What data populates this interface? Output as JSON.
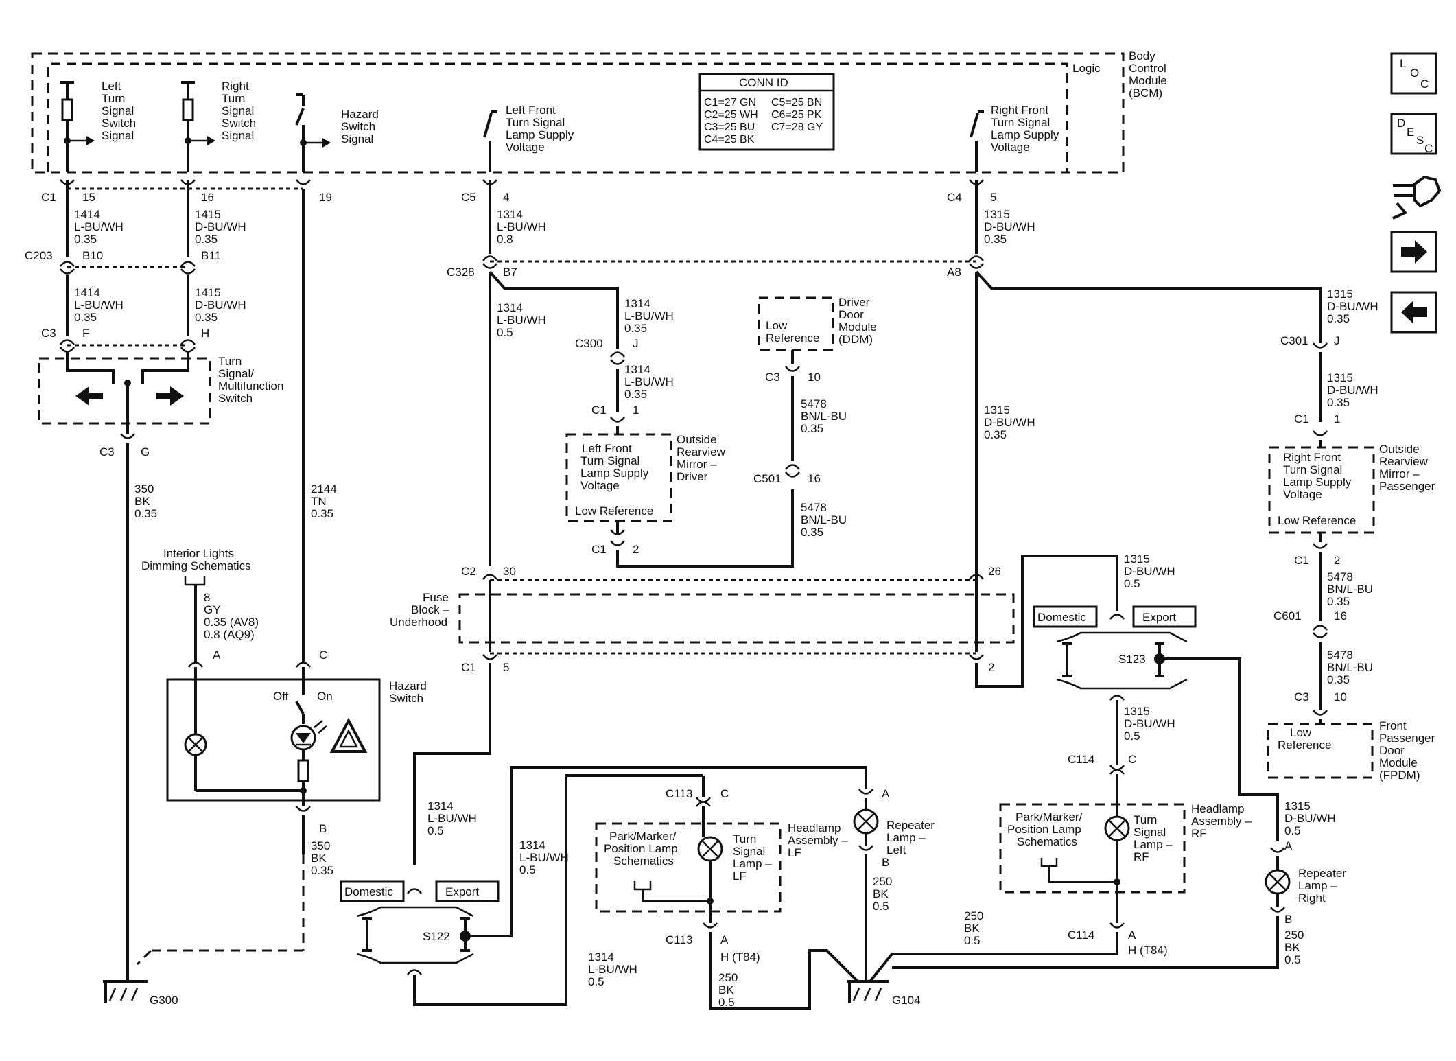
{
  "labels": {
    "bcm": [
      "Body",
      "Control",
      "Module",
      "(BCM)"
    ],
    "logic": "Logic",
    "left_turn_switch": [
      "Left",
      "Turn",
      "Signal",
      "Switch",
      "Signal"
    ],
    "right_turn_switch": [
      "Right",
      "Turn",
      "Signal",
      "Switch",
      "Signal"
    ],
    "hazard_switch_signal": [
      "Hazard",
      "Switch",
      "Signal"
    ],
    "lf_supply": [
      "Left Front",
      "Turn Signal",
      "Lamp Supply",
      "Voltage"
    ],
    "rf_supply": [
      "Right Front",
      "Turn Signal",
      "Lamp Supply",
      "Voltage"
    ],
    "conn_id_title": "CONN ID",
    "conn_id_rows": [
      "C1=27 GN",
      "C2=25 WH",
      "C3=25 BU",
      "C4=25 BK"
    ],
    "conn_id_rows2": [
      "C5=25 BN",
      "C6=25 PK",
      "C7=28 GY"
    ],
    "turn_multifunction_switch": [
      "Turn",
      "Signal/",
      "Multifunction",
      "Switch"
    ],
    "interior_lights": [
      "Interior Lights",
      "Dimming Schematics"
    ],
    "hazard_switch": [
      "Hazard",
      "Switch"
    ],
    "off": "Off",
    "on": "On",
    "ddm_low_ref": [
      "Low",
      "Reference"
    ],
    "ddm": [
      "Driver",
      "Door",
      "Module",
      "(DDM)"
    ],
    "mirror_driver_inner": [
      "Left Front",
      "Turn Signal",
      "Lamp Supply",
      "Voltage"
    ],
    "mirror_driver_low": "Low Reference",
    "mirror_driver": [
      "Outside",
      "Rearview",
      "Mirror –",
      "Driver"
    ],
    "fuse_block": [
      "Fuse",
      "Block –",
      "Underhood"
    ],
    "domestic": "Domestic",
    "export": "Export",
    "mirror_pass_inner": [
      "Right Front",
      "Turn Signal",
      "Lamp Supply",
      "Voltage"
    ],
    "mirror_pass_low": "Low Reference",
    "mirror_pass": [
      "Outside",
      "Rearview",
      "Mirror –",
      "Passenger"
    ],
    "fpdm_low_ref": [
      "Low",
      "Reference"
    ],
    "fpdm": [
      "Front",
      "Passenger",
      "Door",
      "Module",
      "(FPDM)"
    ],
    "park_marker_lf": [
      "Park/Marker/",
      "Position Lamp",
      "Schematics"
    ],
    "turn_lamp_lf": [
      "Turn",
      "Signal",
      "Lamp –",
      "LF"
    ],
    "headlamp_lf": [
      "Headlamp",
      "Assembly –",
      "LF"
    ],
    "repeater_left": [
      "Repeater",
      "Lamp –",
      "Left"
    ],
    "park_marker_rf": [
      "Park/Marker/",
      "Position Lamp",
      "Schematics"
    ],
    "turn_lamp_rf": [
      "Turn",
      "Signal",
      "Lamp –",
      "RF"
    ],
    "headlamp_rf": [
      "Headlamp",
      "Assembly –",
      "RF"
    ],
    "repeater_right": [
      "Repeater",
      "Lamp –",
      "Right"
    ],
    "g300": "G300",
    "g104": "G104",
    "s122": "S122",
    "s123": "S123"
  },
  "wires": {
    "w1414_a": [
      "1414",
      "L-BU/WH",
      "0.35"
    ],
    "w1414_b": [
      "1414",
      "L-BU/WH",
      "0.35"
    ],
    "w1415_a": [
      "1415",
      "D-BU/WH",
      "0.35"
    ],
    "w1415_b": [
      "1415",
      "D-BU/WH",
      "0.35"
    ],
    "w350_top": [
      "350",
      "BK",
      "0.35"
    ],
    "w2144": [
      "2144",
      "TN",
      "0.35"
    ],
    "w8": [
      "8",
      "GY",
      "0.35 (AV8)",
      "0.8 (AQ9)"
    ],
    "w350_bot": [
      "350",
      "BK",
      "0.35"
    ],
    "w1314_top": [
      "1314",
      "L-BU/WH",
      "0.8"
    ],
    "w1314_mid": [
      "1314",
      "L-BU/WH",
      "0.5"
    ],
    "w1314_j": [
      "1314",
      "L-BU/WH",
      "0.35"
    ],
    "w1314_m": [
      "1314",
      "L-BU/WH",
      "0.35"
    ],
    "w1314_s122": [
      "1314",
      "L-BU/WH",
      "0.5"
    ],
    "w1314_r": [
      "1314",
      "L-BU/WH",
      "0.5"
    ],
    "w1314_bot": [
      "1314",
      "L-BU/WH",
      "0.5"
    ],
    "w5478_a": [
      "5478",
      "BN/L-BU",
      "0.35"
    ],
    "w5478_b": [
      "5478",
      "BN/L-BU",
      "0.35"
    ],
    "w1315_top": [
      "1315",
      "D-BU/WH",
      "0.35"
    ],
    "w1315_mid": [
      "1315",
      "D-BU/WH",
      "0.35"
    ],
    "w1315_r1": [
      "1315",
      "D-BU/WH",
      "0.35"
    ],
    "w1315_r2": [
      "1315",
      "D-BU/WH",
      "0.35"
    ],
    "w1315_fuse": [
      "1315",
      "D-BU/WH",
      "0.5"
    ],
    "w1315_s123": [
      "1315",
      "D-BU/WH",
      "0.5"
    ],
    "w1315_rep": [
      "1315",
      "D-BU/WH",
      "0.5"
    ],
    "w5478_c": [
      "5478",
      "BN/L-BU",
      "0.35"
    ],
    "w5478_d": [
      "5478",
      "BN/L-BU",
      "0.35"
    ],
    "w250_lf": [
      "250",
      "BK",
      "0.5"
    ],
    "w250_rep_l": [
      "250",
      "BK",
      "0.5"
    ],
    "w250_rf": [
      "250",
      "BK",
      "0.5"
    ],
    "w250_rep_r": [
      "250",
      "BK",
      "0.5"
    ]
  },
  "connectors": {
    "c1_15": [
      "C1",
      "15"
    ],
    "c1_16": "16",
    "c1_19": "19",
    "c203": [
      "C203",
      "B10",
      "B11"
    ],
    "c3_fh": [
      "C3",
      "F",
      "H"
    ],
    "c3_g": [
      "C3",
      "G"
    ],
    "c5_4": [
      "C5",
      "4"
    ],
    "c4_5": [
      "C4",
      "5"
    ],
    "c328": [
      "C328",
      "B7",
      "A8"
    ],
    "c300": [
      "C300",
      "J"
    ],
    "c1_mirror": [
      "C1",
      "1"
    ],
    "c1_mirror2": [
      "C1",
      "2"
    ],
    "c3_ddm": [
      "C3",
      "10"
    ],
    "c501": [
      "C501",
      "16"
    ],
    "c2": [
      "C2",
      "30",
      "26"
    ],
    "c1_fuse": [
      "C1",
      "5",
      "2"
    ],
    "c301": [
      "C301",
      "J"
    ],
    "c1_pass": [
      "C1",
      "1"
    ],
    "c1_pass2": [
      "C1",
      "2"
    ],
    "c601": [
      "C601",
      "16"
    ],
    "c3_fpdm": [
      "C3",
      "10"
    ],
    "haz_a": "A",
    "haz_c": "C",
    "haz_b": "B",
    "c113_c": [
      "C113",
      "C"
    ],
    "c113_a": [
      "C113",
      "A",
      "H (T84)"
    ],
    "rep_l": [
      "A",
      "B"
    ],
    "c114_c": [
      "C114",
      "C"
    ],
    "c114_a": [
      "C114",
      "A",
      "H (T84)"
    ],
    "rep_r": [
      "A",
      "B"
    ]
  },
  "nav": {
    "loc": [
      "L",
      "O",
      "C"
    ],
    "desc": [
      "D",
      "E",
      "S",
      "C"
    ]
  }
}
